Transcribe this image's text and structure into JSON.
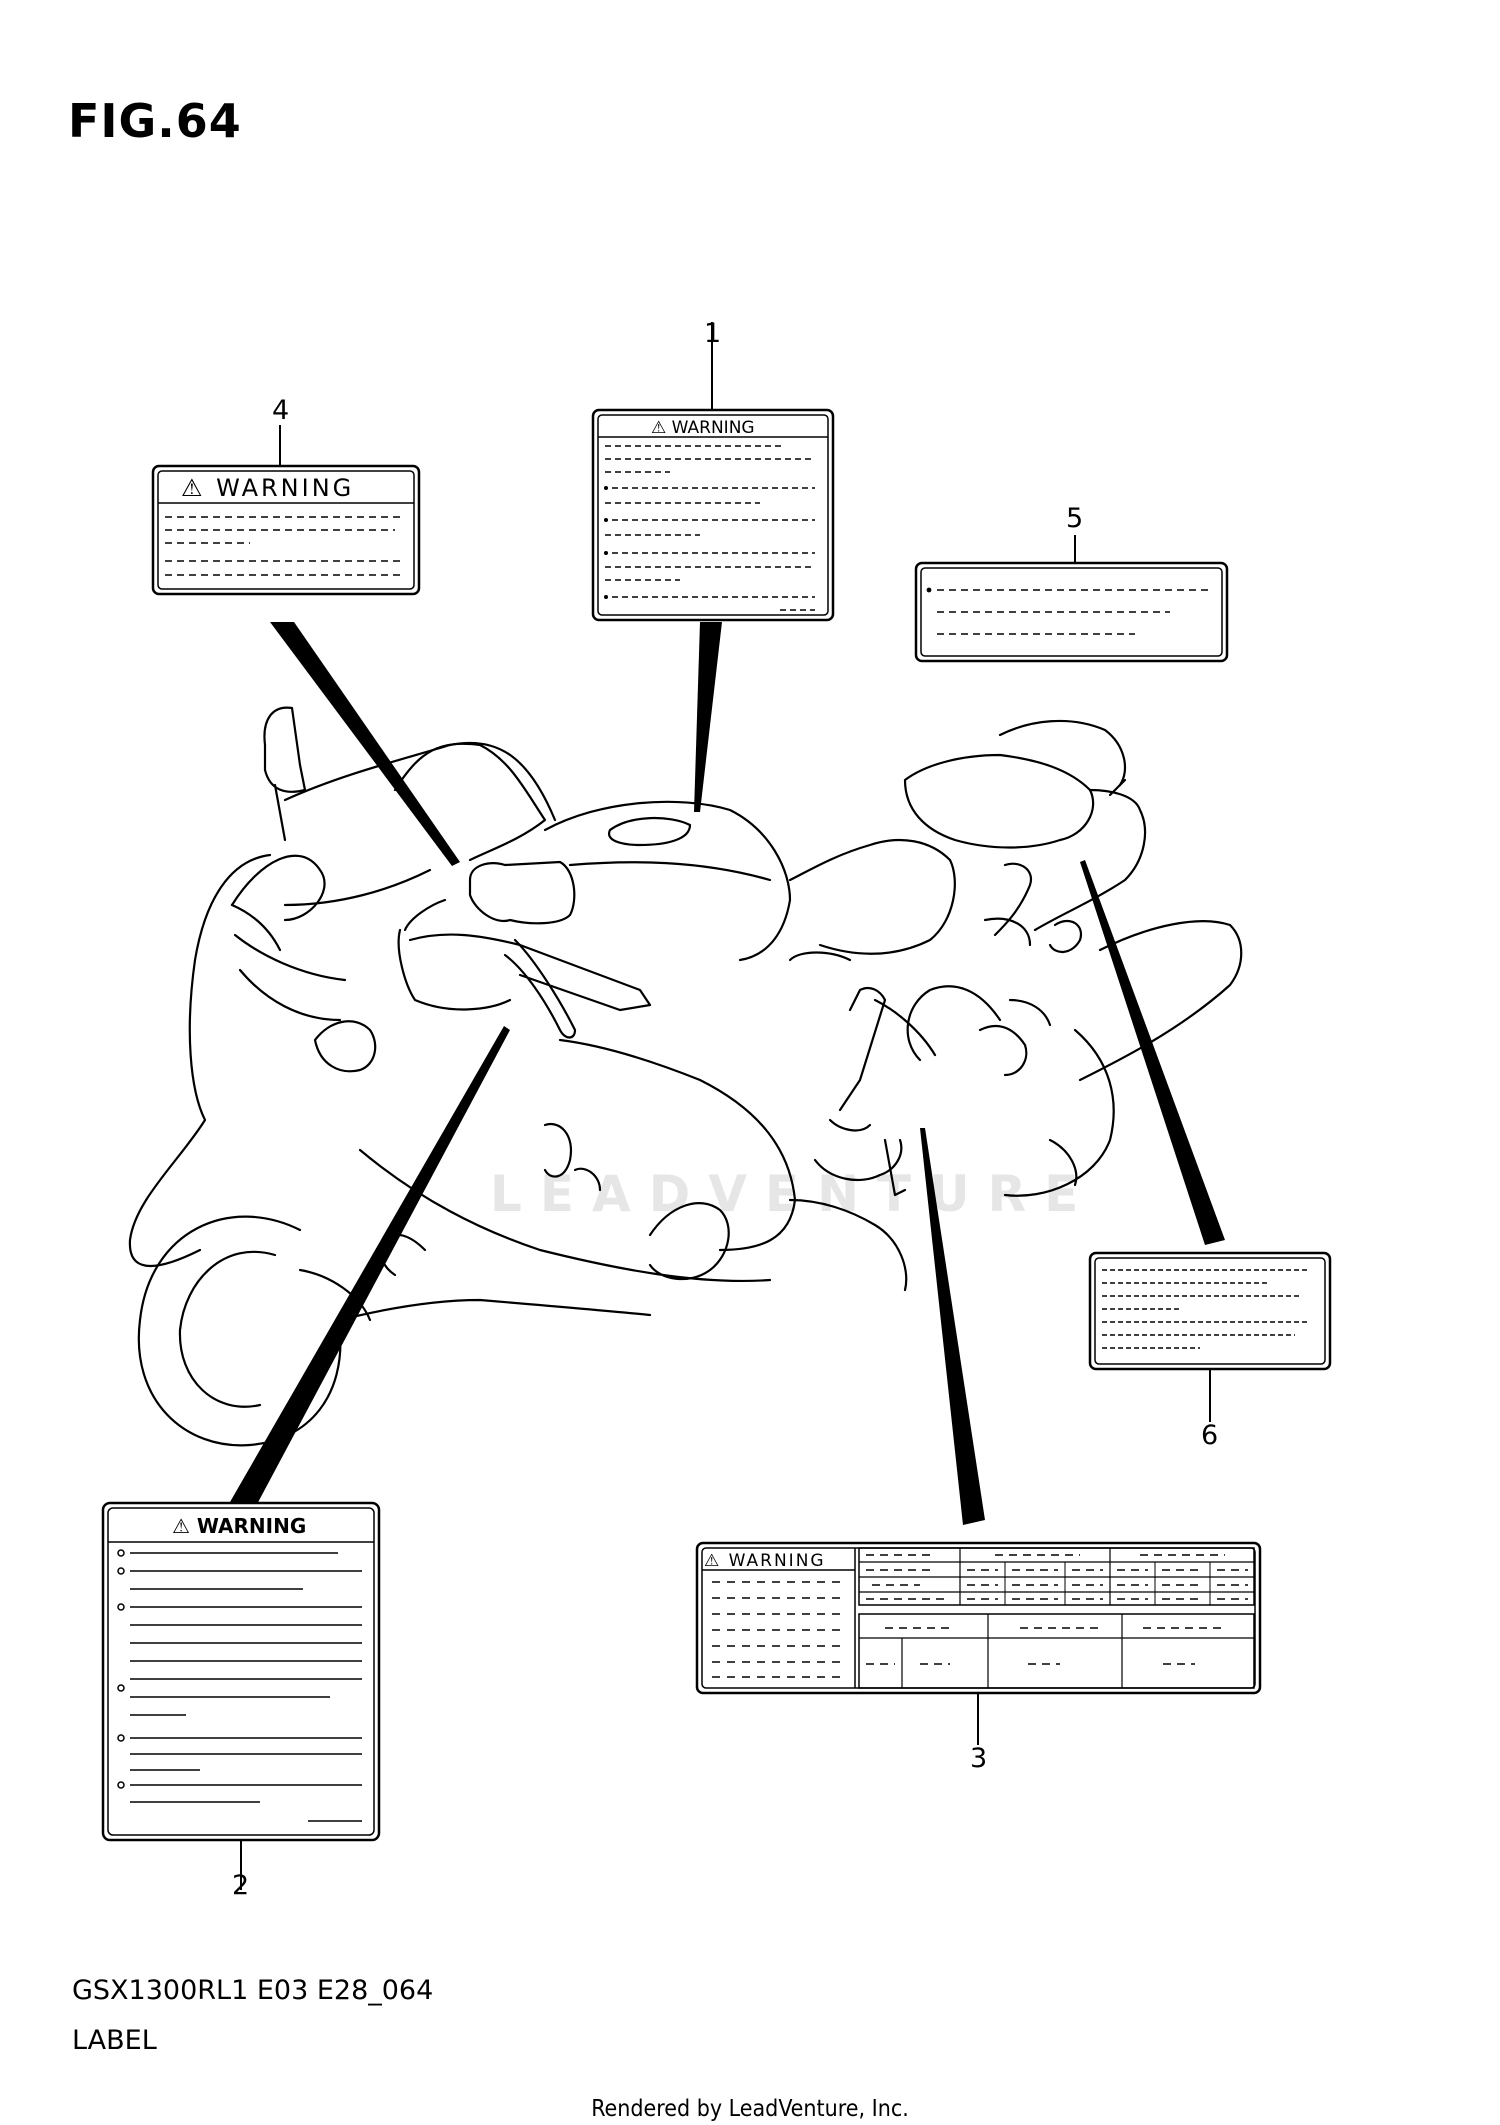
{
  "figure": {
    "title": "FIG.64",
    "code": "GSX1300RL1 E03 E28_064",
    "name": "LABEL"
  },
  "callouts": {
    "c1": "1",
    "c2": "2",
    "c3": "3",
    "c4": "4",
    "c5": "5",
    "c6": "6"
  },
  "labels": {
    "label1_warning": "⚠ WARNING",
    "label2_warning": "⚠ WARNING",
    "label3_warning": "⚠ WARNING",
    "label4_warning": "⚠ WARNING"
  },
  "watermark": "LEADVENTURE",
  "credit": "Rendered by LeadVenture, Inc."
}
